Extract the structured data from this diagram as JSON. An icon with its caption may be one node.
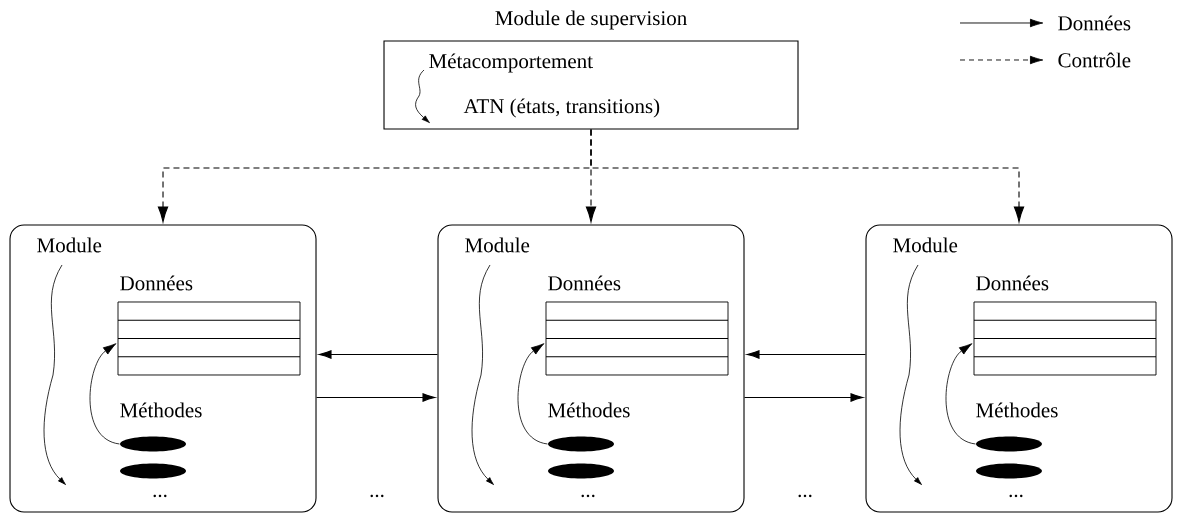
{
  "diagram": {
    "nodes": [
      {
        "text": [
          "Module de supervision",
          "Métacomportement",
          "ATN (états, transitions)"
        ]
      },
      {
        "text": [
          "Module",
          "Méthodes",
          "..."
        ]
      },
      {
        "text": [
          "Données"
        ],
        "in": 1
      },
      {
        "text": [],
        "shape": "ellipse",
        "in": 1
      },
      {
        "text": [],
        "shape": "ellipse",
        "in": 1
      },
      {
        "text": [
          "Module",
          "Méthodes",
          "..."
        ]
      },
      {
        "text": [
          "Données"
        ],
        "in": 5
      },
      {
        "text": [],
        "shape": "ellipse",
        "in": 5
      },
      {
        "text": [],
        "shape": "ellipse",
        "in": 5
      },
      {
        "text": [
          "Module",
          "Méthodes",
          "..."
        ]
      },
      {
        "text": [
          "Données"
        ],
        "in": 9
      },
      {
        "text": [],
        "shape": "ellipse",
        "in": 9
      },
      {
        "text": [],
        "shape": "ellipse",
        "in": 9
      }
    ],
    "edges": [
      {
        "from": 0,
        "to": 1,
        "arrow": "to",
        "style": "dashed"
      },
      {
        "from": 0,
        "to": 5,
        "arrow": "to",
        "style": "dashed"
      },
      {
        "from": 0,
        "to": 9,
        "arrow": "to",
        "style": "dashed"
      },
      {
        "from": 5,
        "to": 1,
        "arrow": "to"
      },
      {
        "from": 1,
        "to": 5,
        "arrow": "to"
      },
      {
        "from": 9,
        "to": 5,
        "arrow": "to"
      },
      {
        "from": 5,
        "to": 9,
        "arrow": "to"
      },
      {
        "from": 3,
        "to": 2,
        "arrow": "to"
      },
      {
        "from": 7,
        "to": 6,
        "arrow": "to"
      },
      {
        "from": 11,
        "to": 10,
        "arrow": "to"
      }
    ],
    "labels": [
      "...",
      "..."
    ],
    "legend": [
      {
        "text": "Données"
      },
      {
        "text": "Contrôle"
      }
    ]
  }
}
